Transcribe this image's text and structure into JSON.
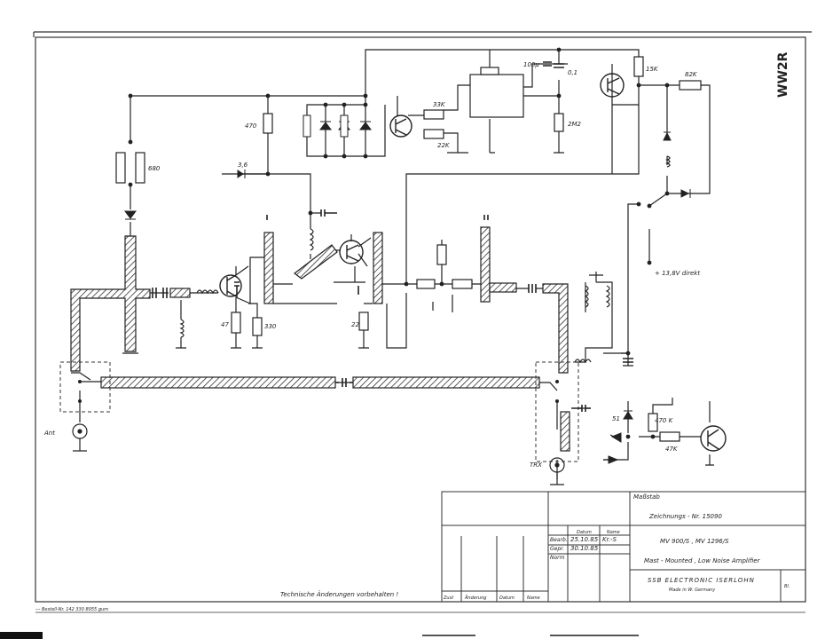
{
  "stamp": "WW2R",
  "labels": {
    "r680": "680",
    "r470": "470",
    "v36": "3,6",
    "r47": "47",
    "r330": "330",
    "r22": "22",
    "c100u": "100µ",
    "c01": "0,1",
    "r15k": "15K",
    "r82k": "82K",
    "r33k": "33K",
    "r22k": "22K",
    "r2m2": "2M2",
    "supply": "+ 13,8V direkt",
    "ant": "Ant",
    "trx": "TRX",
    "r470k": "470 K",
    "r47k": "47K",
    "d51": "51"
  },
  "titleblock": {
    "massstab": "Maßstab",
    "zeichnung": "Zeichnungs - Nr.  15090",
    "models": "MV 900/S ,  MV 1296/S",
    "desc": "Mast - Mounted ,  Low Noise  Amplifier",
    "company": "SSB  ELECTRONIC  ISERLOHN",
    "made": "Made  in  W. Germany",
    "datum_hdr": "Datum",
    "name_hdr": "Name",
    "bearb": "Bearb.",
    "gepr": "Gepr.",
    "norm": "Norm",
    "date1": "25.10.85",
    "date2": "30.10.85",
    "sign": "Kr.-S",
    "zust": "Zust",
    "aenderung": "Änderung",
    "datum": "Datum",
    "name": "Name",
    "sheet": "Bl."
  },
  "footer_note": "Technische Änderungen vorbehalten !",
  "order_note": "--- Bestell-Nr. 142 330 8055 gum"
}
